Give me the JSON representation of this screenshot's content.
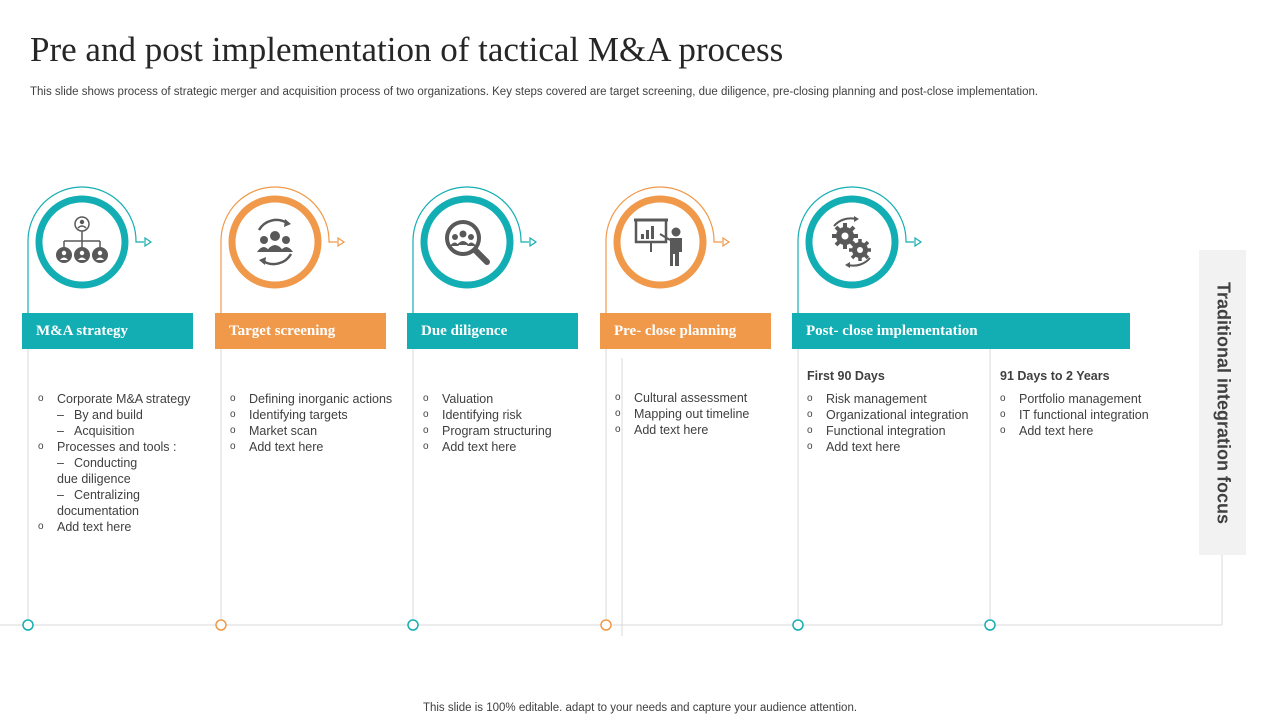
{
  "slide": {
    "title": "Pre and post implementation of tactical M&A process",
    "subtitle": "This slide shows process of strategic merger and acquisition process of two organizations. Key steps covered are target screening, due diligence, pre-closing planning and  post-close implementation.",
    "footer": "This slide is 100% editable. adapt to your needs and capture your audience attention."
  },
  "colors": {
    "teal": "#13aeb3",
    "orange": "#f0994a",
    "icon_gray": "#595959",
    "line_gray": "#d9d9d9"
  },
  "steps": [
    {
      "label": "M&A strategy",
      "icon": "org-chart-icon",
      "color": "teal",
      "bullets": [
        {
          "kind": "main",
          "text": "Corporate  M&A strategy"
        },
        {
          "kind": "sub",
          "text": "By and build"
        },
        {
          "kind": "sub",
          "text": "Acquisition"
        },
        {
          "kind": "main",
          "text": "Processes and tools :"
        },
        {
          "kind": "sub",
          "text": "Conducting"
        },
        {
          "kind": "cont",
          "text": "due diligence"
        },
        {
          "kind": "sub",
          "text": "Centralizing"
        },
        {
          "kind": "cont",
          "text": "documentation"
        },
        {
          "kind": "main",
          "text": "Add text here"
        }
      ]
    },
    {
      "label": "Target screening",
      "icon": "team-cycle-icon",
      "color": "orange",
      "bullets": [
        {
          "kind": "main",
          "text": "Defining  inorganic  actions"
        },
        {
          "kind": "main",
          "text": "Identifying targets"
        },
        {
          "kind": "main",
          "text": "Market scan"
        },
        {
          "kind": "main",
          "text": "Add text here"
        }
      ]
    },
    {
      "label": "Due diligence",
      "icon": "magnifier-people-icon",
      "color": "teal",
      "bullets": [
        {
          "kind": "main",
          "text": "Valuation"
        },
        {
          "kind": "main",
          "text": "Identifying risk"
        },
        {
          "kind": "main",
          "text": "Program structuring"
        },
        {
          "kind": "main",
          "text": "Add text here"
        }
      ]
    },
    {
      "label": "Pre- close planning",
      "icon": "presentation-icon",
      "color": "orange",
      "bullets": [
        {
          "kind": "main",
          "text": "Cultural assessment"
        },
        {
          "kind": "main",
          "text": "Mapping out timeline"
        },
        {
          "kind": "main",
          "text": "Add text here"
        }
      ]
    },
    {
      "label": "Post- close implementation",
      "icon": "gears-icon",
      "color": "teal",
      "groups": [
        {
          "heading": "First 90 Days",
          "bullets": [
            {
              "kind": "main",
              "text": "Risk management"
            },
            {
              "kind": "main",
              "text": "Organizational integration"
            },
            {
              "kind": "main",
              "text": "Functional integration"
            },
            {
              "kind": "main",
              "text": "Add text here"
            }
          ]
        },
        {
          "heading": "91 Days to 2 Years",
          "bullets": [
            {
              "kind": "main",
              "text": "Portfolio management"
            },
            {
              "kind": "main",
              "text": "IT functional integration"
            },
            {
              "kind": "main",
              "text": "Add text here"
            }
          ]
        }
      ]
    }
  ],
  "focus_label": "Traditional integration focus"
}
